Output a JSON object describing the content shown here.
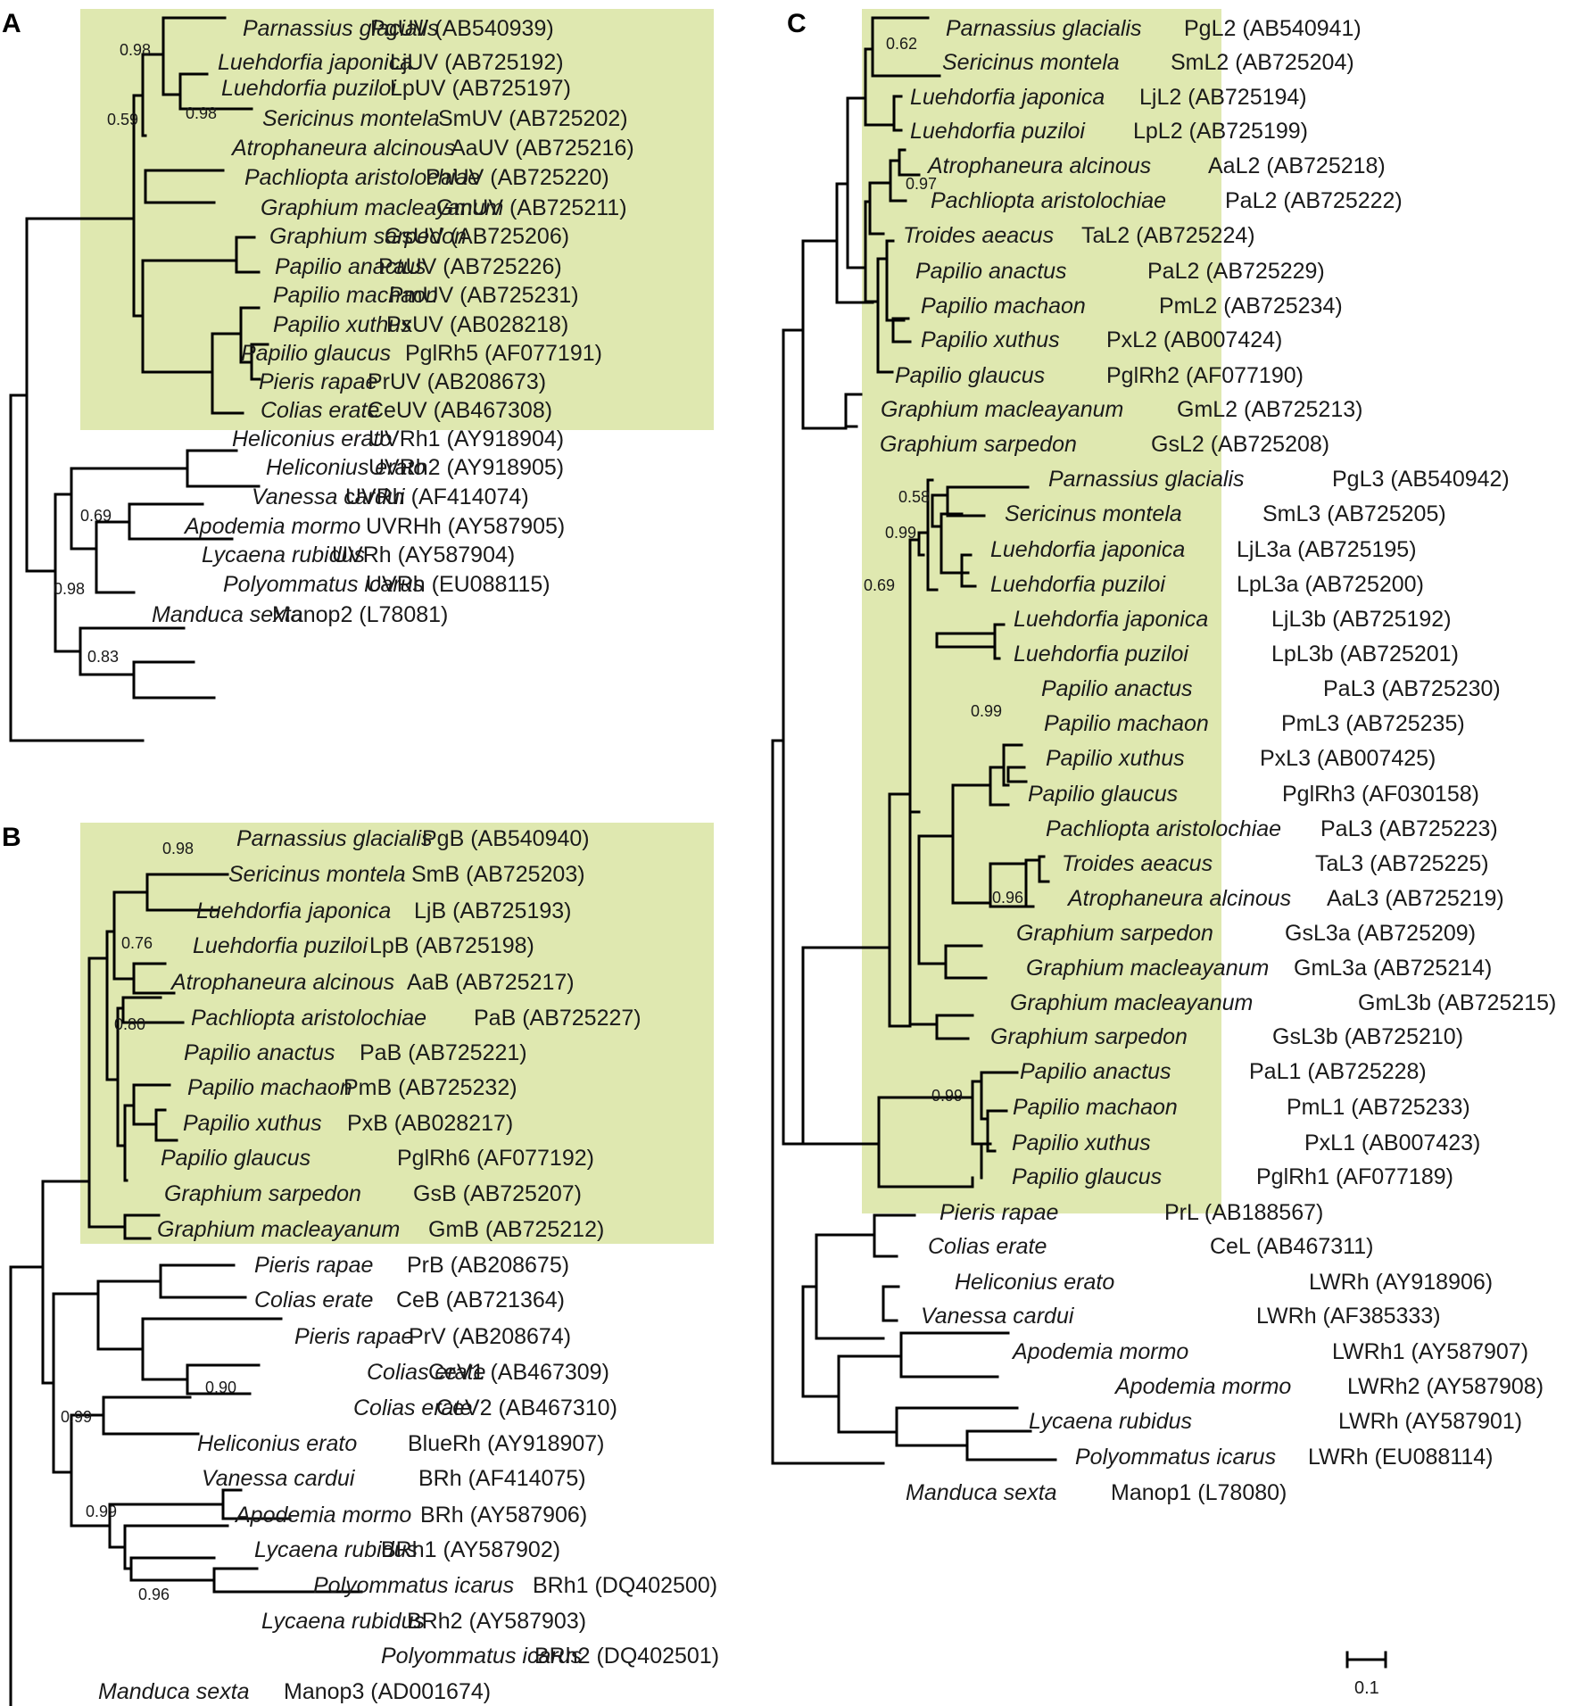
{
  "colors": {
    "highlight": "#dfe8b0",
    "branch": "#000000",
    "text": "#1a1a1a"
  },
  "scale_bar": {
    "label": "0.1"
  },
  "panels": [
    {
      "id": "A",
      "label": "A",
      "taxa": [
        {
          "sp": "Parnassius glacialis",
          "gene": "PgUV (AB540939)"
        },
        {
          "sp": "Luehdorfia japonica",
          "gene": "LjUV (AB725192)"
        },
        {
          "sp": "Luehdorfia puziloi",
          "gene": "LpUV (AB725197)"
        },
        {
          "sp": "Sericinus montela",
          "gene": "SmUV (AB725202)"
        },
        {
          "sp": "Atrophaneura alcinous",
          "gene": "AaUV (AB725216)"
        },
        {
          "sp": "Pachliopta aristolochiae",
          "gene": "PaUV (AB725220)"
        },
        {
          "sp": "Graphium macleayanum",
          "gene": "GmUV (AB725211)"
        },
        {
          "sp": "Graphium sarpedon",
          "gene": "GsUV (AB725206)"
        },
        {
          "sp": "Papilio anactus",
          "gene": "PaUV (AB725226)"
        },
        {
          "sp": "Papilio machaon",
          "gene": "PmUV (AB725231)"
        },
        {
          "sp": "Papilio xuthus",
          "gene": "PxUV (AB028218)"
        },
        {
          "sp": "Papilio glaucus",
          "gene": "PglRh5 (AF077191)"
        },
        {
          "sp": "Pieris rapae",
          "gene": "PrUV (AB208673)"
        },
        {
          "sp": "Colias erate",
          "gene": "CeUV (AB467308)"
        },
        {
          "sp": "Heliconius erato",
          "gene": "UVRh1 (AY918904)"
        },
        {
          "sp": "Heliconius erato",
          "gene": "UVRh2 (AY918905)"
        },
        {
          "sp": "Vanessa cardui",
          "gene": "UVRh (AF414074)"
        },
        {
          "sp": "Apodemia mormo",
          "gene": "UVRHh (AY587905)"
        },
        {
          "sp": "Lycaena rubidus",
          "gene": "UVRh (AY587904)"
        },
        {
          "sp": "Polyommatus icarus",
          "gene": "UVRh (EU088115)"
        },
        {
          "sp": "Manduca sexta",
          "gene": "Manop2 (L78081)"
        }
      ],
      "support": [
        "0.98",
        "0.59",
        "0.98",
        "0.69",
        "0.98",
        "0.83"
      ]
    },
    {
      "id": "B",
      "label": "B",
      "taxa": [
        {
          "sp": "Parnassius glacialis",
          "gene": "PgB (AB540940)"
        },
        {
          "sp": "Sericinus montela",
          "gene": "SmB (AB725203)"
        },
        {
          "sp": "Luehdorfia japonica",
          "gene": "LjB (AB725193)"
        },
        {
          "sp": "Luehdorfia puziloi",
          "gene": "LpB (AB725198)"
        },
        {
          "sp": "Atrophaneura alcinous",
          "gene": "AaB (AB725217)"
        },
        {
          "sp": "Pachliopta aristolochiae",
          "gene": "PaB (AB725227)"
        },
        {
          "sp": "Papilio anactus",
          "gene": "PaB (AB725221)"
        },
        {
          "sp": "Papilio machaon",
          "gene": "PmB (AB725232)"
        },
        {
          "sp": "Papilio xuthus",
          "gene": "PxB (AB028217)"
        },
        {
          "sp": "Papilio glaucus",
          "gene": "PglRh6 (AF077192)"
        },
        {
          "sp": "Graphium sarpedon",
          "gene": "GsB (AB725207)"
        },
        {
          "sp": "Graphium macleayanum",
          "gene": "GmB (AB725212)"
        },
        {
          "sp": "Pieris rapae",
          "gene": "PrB (AB208675)"
        },
        {
          "sp": "Colias erate",
          "gene": "CeB (AB721364)"
        },
        {
          "sp": "Pieris rapae",
          "gene": "PrV (AB208674)"
        },
        {
          "sp": "Colias erate",
          "gene": "CeV1 (AB467309)"
        },
        {
          "sp": "Colias erate",
          "gene": "CeV2 (AB467310)"
        },
        {
          "sp": "Heliconius erato",
          "gene": "BlueRh (AY918907)"
        },
        {
          "sp": "Vanessa cardui",
          "gene": "BRh (AF414075)"
        },
        {
          "sp": "Apodemia mormo",
          "gene": "BRh (AY587906)"
        },
        {
          "sp": "Lycaena rubidus",
          "gene": "BRh1 (AY587902)"
        },
        {
          "sp": "Polyommatus icarus",
          "gene": "BRh1 (DQ402500)"
        },
        {
          "sp": "Lycaena rubidus",
          "gene": "BRh2 (AY587903)"
        },
        {
          "sp": "Polyommatus icarus",
          "gene": "BRh2 (DQ402501)"
        },
        {
          "sp": "Manduca sexta",
          "gene": "Manop3 (AD001674)"
        }
      ],
      "support": [
        "0.98",
        "0.76",
        "0.80",
        "0.90",
        "0.99",
        "0.99",
        "0.96"
      ]
    },
    {
      "id": "C",
      "label": "C",
      "taxa": [
        {
          "sp": "Parnassius glacialis",
          "gene": "PgL2 (AB540941)"
        },
        {
          "sp": "Sericinus montela",
          "gene": "SmL2 (AB725204)"
        },
        {
          "sp": "Luehdorfia japonica",
          "gene": "LjL2 (AB725194)"
        },
        {
          "sp": "Luehdorfia puziloi",
          "gene": "LpL2 (AB725199)"
        },
        {
          "sp": "Atrophaneura alcinous",
          "gene": "AaL2 (AB725218)"
        },
        {
          "sp": "Pachliopta aristolochiae",
          "gene": "PaL2 (AB725222)"
        },
        {
          "sp": "Troides aeacus",
          "gene": "TaL2 (AB725224)"
        },
        {
          "sp": "Papilio anactus",
          "gene": "PaL2 (AB725229)"
        },
        {
          "sp": "Papilio machaon",
          "gene": "PmL2 (AB725234)"
        },
        {
          "sp": "Papilio xuthus",
          "gene": "PxL2 (AB007424)"
        },
        {
          "sp": "Papilio glaucus",
          "gene": "PglRh2 (AF077190)"
        },
        {
          "sp": "Graphium macleayanum",
          "gene": "GmL2 (AB725213)"
        },
        {
          "sp": "Graphium sarpedon",
          "gene": "GsL2 (AB725208)"
        },
        {
          "sp": "Parnassius glacialis",
          "gene": "PgL3 (AB540942)"
        },
        {
          "sp": "Sericinus montela",
          "gene": "SmL3 (AB725205)"
        },
        {
          "sp": "Luehdorfia japonica",
          "gene": "LjL3a (AB725195)"
        },
        {
          "sp": "Luehdorfia puziloi",
          "gene": "LpL3a (AB725200)"
        },
        {
          "sp": "Luehdorfia japonica",
          "gene": "LjL3b (AB725192)"
        },
        {
          "sp": "Luehdorfia puziloi",
          "gene": "LpL3b (AB725201)"
        },
        {
          "sp": "Papilio anactus",
          "gene": "PaL3 (AB725230)"
        },
        {
          "sp": "Papilio machaon",
          "gene": "PmL3 (AB725235)"
        },
        {
          "sp": "Papilio xuthus",
          "gene": "PxL3 (AB007425)"
        },
        {
          "sp": "Papilio glaucus",
          "gene": "PglRh3 (AF030158)"
        },
        {
          "sp": "Pachliopta aristolochiae",
          "gene": "PaL3 (AB725223)"
        },
        {
          "sp": "Troides aeacus",
          "gene": "TaL3 (AB725225)"
        },
        {
          "sp": "Atrophaneura alcinous",
          "gene": "AaL3 (AB725219)"
        },
        {
          "sp": "Graphium sarpedon",
          "gene": "GsL3a (AB725209)"
        },
        {
          "sp": "Graphium macleayanum",
          "gene": "GmL3a (AB725214)"
        },
        {
          "sp": "Graphium macleayanum",
          "gene": "GmL3b (AB725215)"
        },
        {
          "sp": "Graphium sarpedon",
          "gene": "GsL3b (AB725210)"
        },
        {
          "sp": "Papilio anactus",
          "gene": "PaL1 (AB725228)"
        },
        {
          "sp": "Papilio machaon",
          "gene": "PmL1 (AB725233)"
        },
        {
          "sp": "Papilio xuthus",
          "gene": "PxL1 (AB007423)"
        },
        {
          "sp": "Papilio glaucus",
          "gene": "PglRh1 (AF077189)"
        },
        {
          "sp": "Pieris rapae",
          "gene": "PrL (AB188567)"
        },
        {
          "sp": "Colias erate",
          "gene": "CeL (AB467311)"
        },
        {
          "sp": "Heliconius erato",
          "gene": "LWRh (AY918906)"
        },
        {
          "sp": "Vanessa cardui",
          "gene": "LWRh (AF385333)"
        },
        {
          "sp": "Apodemia mormo",
          "gene": "LWRh1 (AY587907)"
        },
        {
          "sp": "Apodemia mormo",
          "gene": "LWRh2 (AY587908)"
        },
        {
          "sp": "Lycaena rubidus",
          "gene": "LWRh (AY587901)"
        },
        {
          "sp": "Polyommatus icarus",
          "gene": "LWRh (EU088114)"
        },
        {
          "sp": "Manduca sexta",
          "gene": "Manop1 (L78080)"
        }
      ],
      "support": [
        "0.62",
        "0.97",
        "0.58",
        "0.99",
        "0.69",
        "0.99",
        "0.96",
        "0.99"
      ]
    }
  ]
}
